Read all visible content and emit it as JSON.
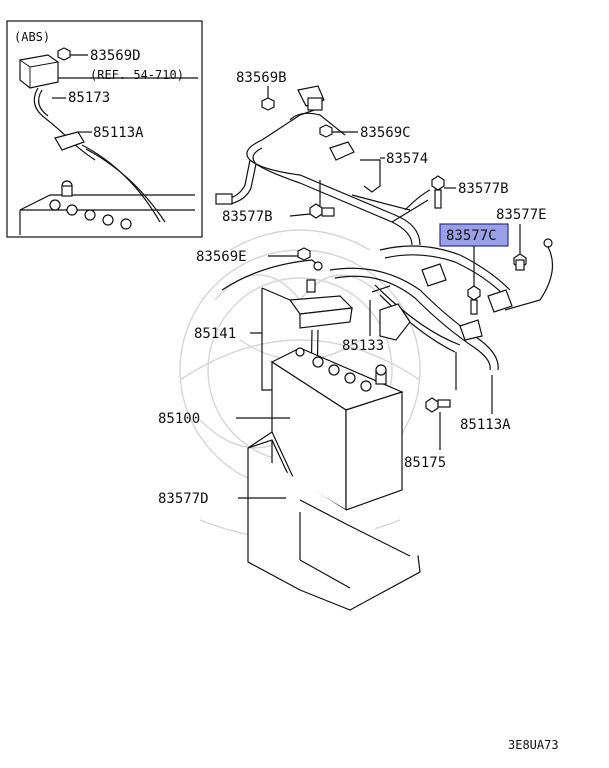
{
  "inset": {
    "group_label": "(ABS)",
    "parts": [
      "83569D",
      "85173",
      "85113A"
    ],
    "ref_note": "(REF. 54-710)"
  },
  "callouts": [
    {
      "id": "83569B",
      "label": "83569B"
    },
    {
      "id": "83569C",
      "label": "83569C"
    },
    {
      "id": "83574",
      "label": "83574"
    },
    {
      "id": "83577B-right",
      "label": "83577B"
    },
    {
      "id": "83577B-left",
      "label": "83577B"
    },
    {
      "id": "83577E",
      "label": "83577E"
    },
    {
      "id": "83577C",
      "label": "83577C",
      "highlighted": true
    },
    {
      "id": "83569E",
      "label": "83569E"
    },
    {
      "id": "85141",
      "label": "85141"
    },
    {
      "id": "85133",
      "label": "85133"
    },
    {
      "id": "85100",
      "label": "85100"
    },
    {
      "id": "85113A",
      "label": "85113A"
    },
    {
      "id": "83577D",
      "label": "83577D"
    },
    {
      "id": "85175",
      "label": "85175"
    }
  ],
  "diagram_code": "3E8UA73",
  "colors": {
    "highlight_fill": "#9aa0e6",
    "highlight_border": "#2b2f8f",
    "line": "#111111",
    "watermark": "#d6d6d6"
  }
}
